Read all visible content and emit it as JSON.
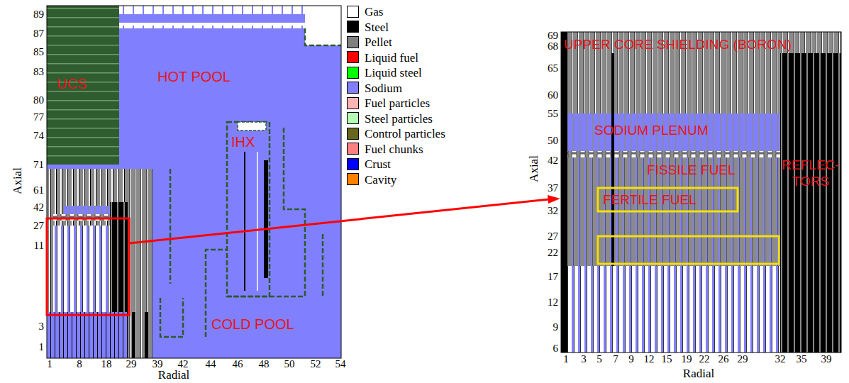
{
  "diagram": {
    "labels": [
      "89",
      "87",
      "85",
      "83",
      "80",
      "77",
      "74",
      "71",
      "61",
      "42",
      "27",
      "11",
      "3",
      "1",
      "1",
      "8",
      "18",
      "29",
      "39",
      "42",
      "44",
      "46",
      "48",
      "50",
      "52",
      "54",
      "Axial",
      "Radial",
      "UCS",
      "HOT POOL",
      "IHX",
      "COLD POOL",
      "UPPER CORE SHIELDING (BORON)",
      "SODIUM PLENUM",
      "FISSILE FUEL",
      "FERTILE FUEL",
      "REFLEC- TORS",
      "69",
      "68",
      "65",
      "60",
      "55",
      "50",
      "42",
      "37",
      "32",
      "27",
      "22",
      "17",
      "12",
      "9",
      "6",
      "1",
      "3",
      "5",
      "7",
      "9",
      "12",
      "15",
      "19",
      "22",
      "26",
      "29",
      "32",
      "35",
      "39",
      "Axial",
      "Radial"
    ],
    "legend": [
      {
        "text": "Gas",
        "color": "#ffffff"
      },
      {
        "text": "Steel",
        "color": "#000000"
      },
      {
        "text": "Pellet",
        "color": "#808080"
      },
      {
        "text": "Liquid fuel",
        "color": "#ff0000"
      },
      {
        "text": "Liquid steel",
        "color": "#00ff00"
      },
      {
        "text": "Sodium",
        "color": "#8080ff"
      },
      {
        "text": "Fuel particles",
        "color": "#ffb4b4"
      },
      {
        "text": "Steel particles",
        "color": "#b4ffb4"
      },
      {
        "text": "Control particles",
        "color": "#66661e"
      },
      {
        "text": "Fuel chunks",
        "color": "#ff8080"
      },
      {
        "text": "Crust",
        "color": "#0000ff"
      },
      {
        "text": "Cavity",
        "color": "#ff8000"
      }
    ]
  }
}
